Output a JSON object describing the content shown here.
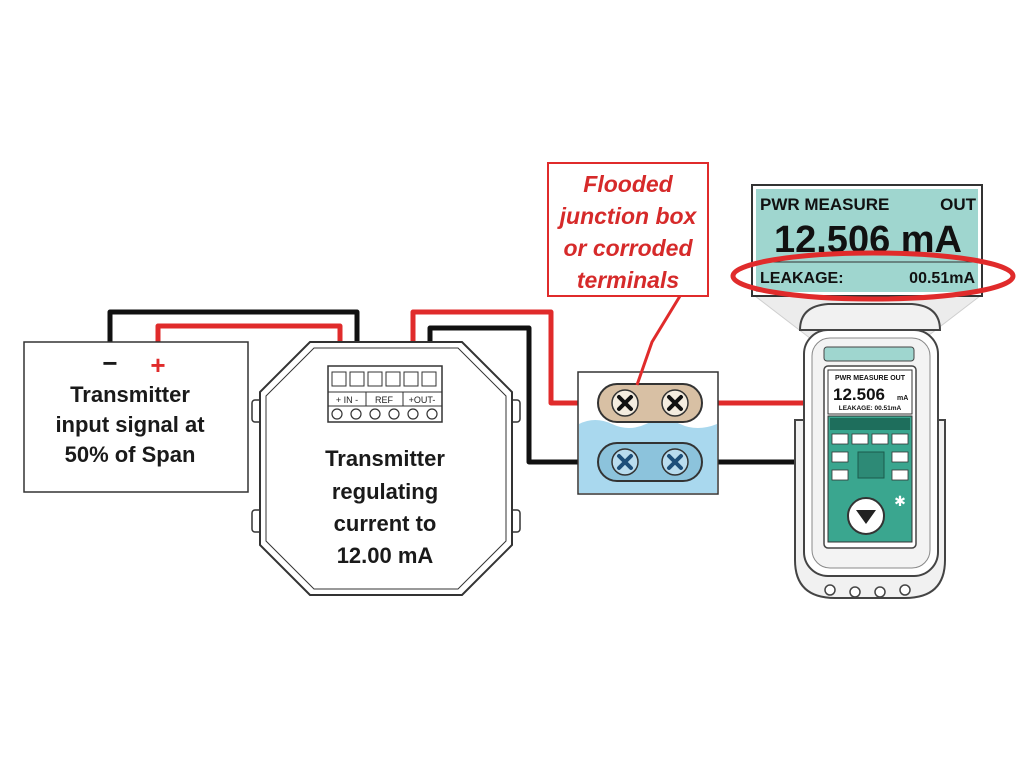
{
  "source_box": {
    "minus": "−",
    "plus": "+",
    "lines": [
      "Transmitter",
      "input signal at",
      "50% of Span"
    ]
  },
  "transmitter": {
    "terminals": [
      "+ IN -",
      "REF",
      "+OUT-"
    ],
    "lines": [
      "Transmitter",
      "regulating",
      "current to",
      "12.00 mA"
    ]
  },
  "callout": {
    "lines": [
      "Flooded",
      "junction box",
      "or corroded",
      "terminals"
    ]
  },
  "display": {
    "mode": "PWR MEASURE",
    "out_label": "OUT",
    "reading": "12.506 mA",
    "leakage_label": "LEAKAGE:",
    "leakage_value": "00.51mA"
  },
  "device_screen": {
    "mode": "PWR MEASURE OUT",
    "reading": "12.506",
    "unit": "mA",
    "leakage": "LEAKAGE: 00.51mA"
  },
  "colors": {
    "wire_red": "#e02b2b",
    "wire_black": "#111111",
    "lcd": "#9fd6cf",
    "water": "#a9d8ee",
    "terminal_strip": "#d8c0a4",
    "device_teal": "#3aa68f"
  }
}
